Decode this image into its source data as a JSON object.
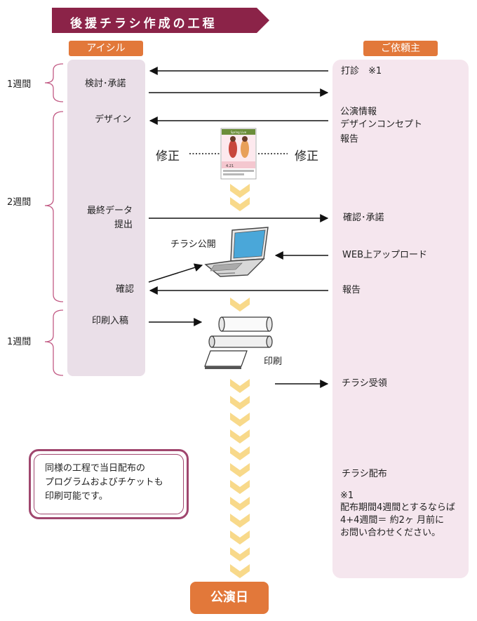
{
  "title": "後援チラシ作成の工程",
  "columns": {
    "left": "アイシル",
    "right": "ご依頼主"
  },
  "weeks": {
    "w1": "1週間",
    "w2": "2週間",
    "w3": "1週間"
  },
  "left_steps": {
    "review": "検討･承諾",
    "design": "デザイン",
    "final_data_1": "最終データ",
    "final_data_2": "提出",
    "confirm": "確認",
    "print_submit": "印刷入稿"
  },
  "right_steps": {
    "consult": "打診　※1",
    "info_1": "公演情報",
    "info_2": "デザインコンセプト",
    "info_3": "報告",
    "approve": "確認･承諾",
    "web_upload": "WEB上アップロード",
    "report": "報告",
    "receive": "チラシ受領",
    "distribute": "チラシ配布",
    "note_1": "※1",
    "note_2": "配布期間4週間とするならば",
    "note_3": "4+4週間＝ 約2ヶ 月前に",
    "note_4": "お問い合わせください。"
  },
  "middle": {
    "revise_left": "修正",
    "revise_right": "修正",
    "flyer_publish": "チラシ公開",
    "print": "印刷",
    "thumb_1": "Spring Live",
    "thumb_2": "4.21"
  },
  "note": {
    "line1": "同様の工程で当日配布の",
    "line2": "プログラムおよびチケットも",
    "line3": "印刷可能です。"
  },
  "final": "公演日",
  "colors": {
    "orange": "#e2783a",
    "banner": "#8b2348",
    "chevron": "#f8d98a",
    "pink_col": "#f5e6ee"
  }
}
